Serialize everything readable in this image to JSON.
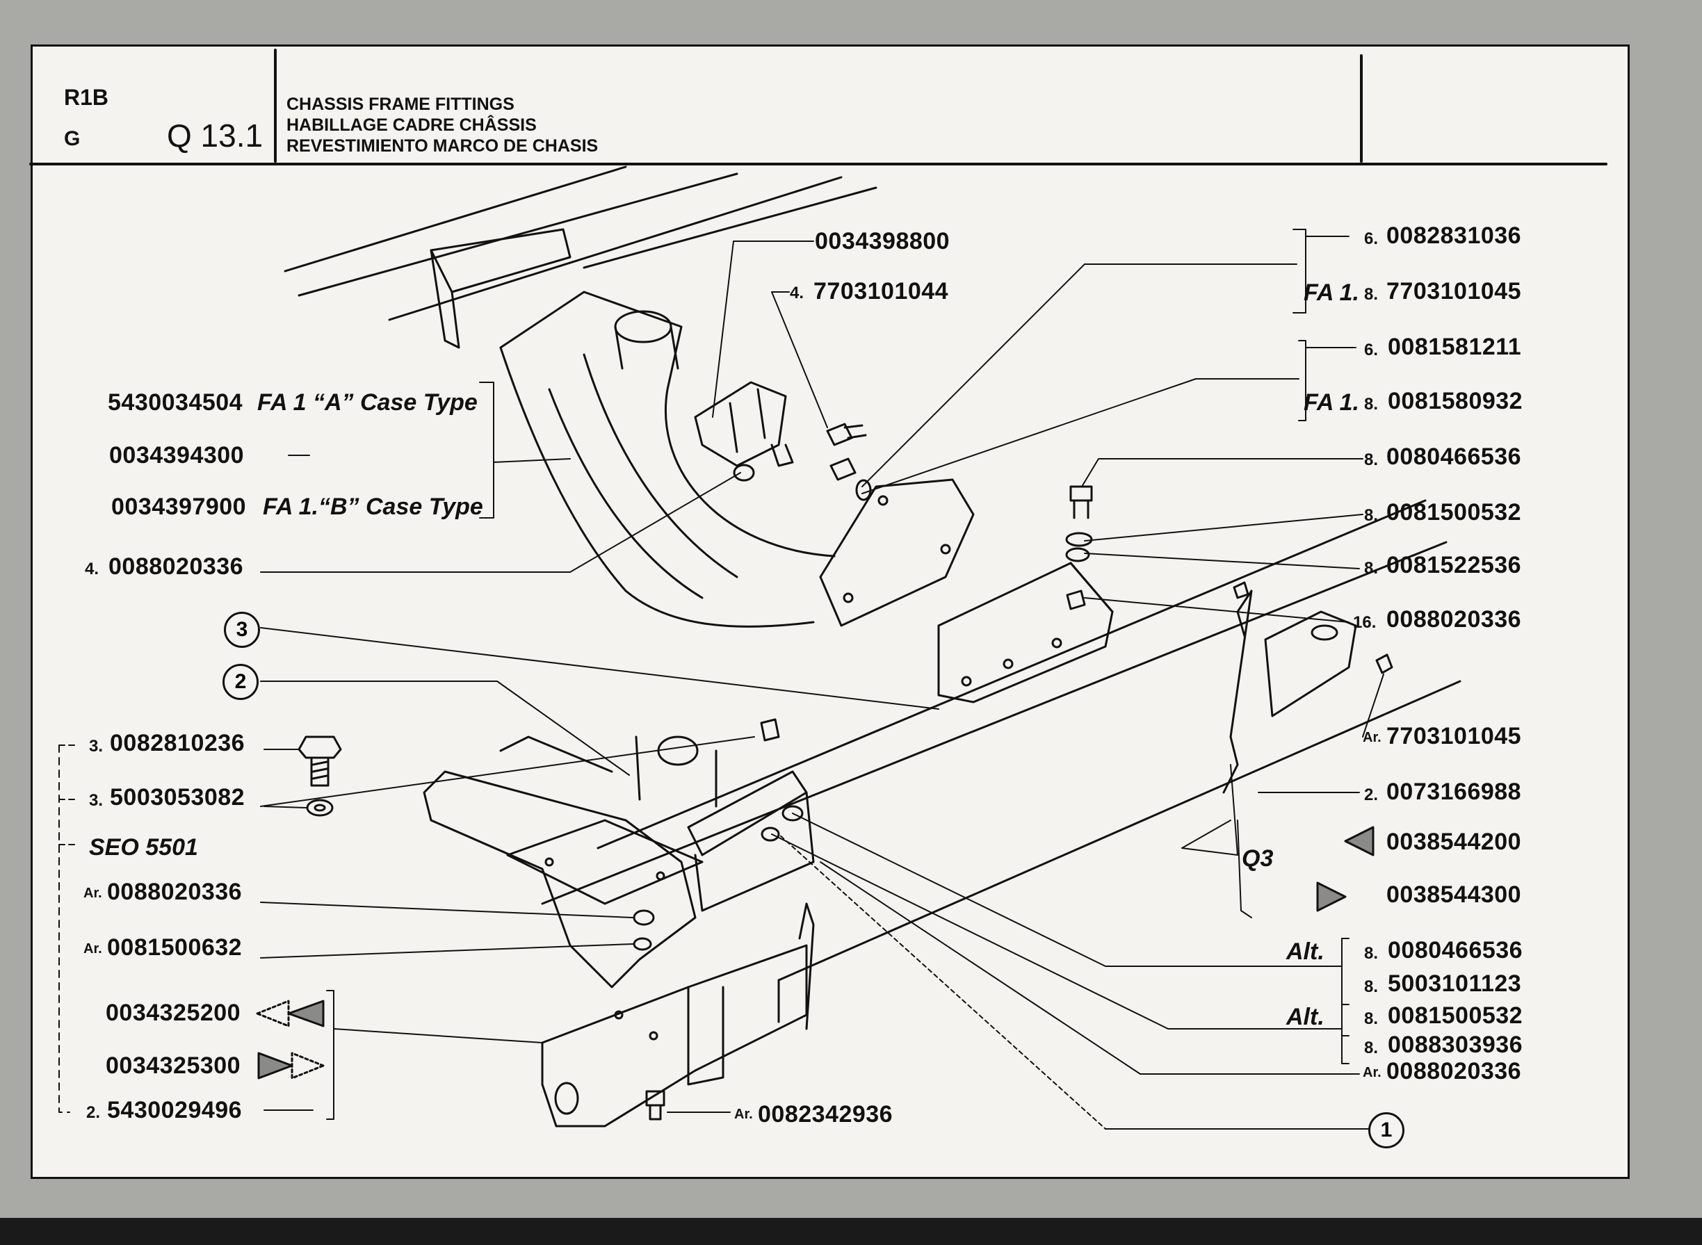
{
  "header": {
    "model": "R1B",
    "variant": "G",
    "page_code": "Q 13.1",
    "titles": [
      "CHASSIS FRAME FITTINGS",
      "HABILLAGE CADRE CHÂSSIS",
      "REVESTIMIENTO MARCO DE CHASIS"
    ]
  },
  "labels": {
    "l_0034398800": "0034398800",
    "l_7703101044_qty": "4.",
    "l_7703101044": "7703101044",
    "l_5430034504": "5430034504",
    "l_5430034504_note": "FA 1 “A” Case Type",
    "l_0034394300": "0034394300",
    "l_0034397900": "0034397900",
    "l_0034397900_note": "FA 1.“B” Case Type",
    "l_0088020336a_qty": "4.",
    "l_0088020336a": "0088020336",
    "callout_3": "3",
    "callout_2": "2",
    "callout_1": "1",
    "l_0082810236_qty": "3.",
    "l_0082810236": "0082810236",
    "l_5003053082_qty": "3.",
    "l_5003053082": "5003053082",
    "l_seo": "SEO 5501",
    "l_ar1_qty": "Ar.",
    "l_ar1": "0088020336",
    "l_ar2_qty": "Ar.",
    "l_ar2": "0081500632",
    "l_0034325200": "0034325200",
    "l_0034325300": "0034325300",
    "l_5430029496_qty": "2.",
    "l_5430029496": "5430029496",
    "l_ar3_qty": "Ar.",
    "l_ar3": "0082342936",
    "r1_qty": "6.",
    "r1": "0082831036",
    "r2_note": "FA 1.",
    "r2_qty": "8.",
    "r2": "7703101045",
    "r3_qty": "6.",
    "r3": "0081581211",
    "r4_note": "FA 1.",
    "r4_qty": "8.",
    "r4": "0081580932",
    "r5_qty": "8.",
    "r5": "0080466536",
    "r6_qty": "8.",
    "r6": "0081500532",
    "r7_qty": "8.",
    "r7": "0081522536",
    "r8_qty": "16.",
    "r8": "0088020336",
    "r9_qty": "Ar.",
    "r9": "7703101045",
    "r10_qty": "2.",
    "r10": "0073166988",
    "r11_note": "Q3",
    "r11": "0038544200",
    "r12": "0038544300",
    "r13_note": "Alt.",
    "r13_qty": "8.",
    "r13": "0080466536",
    "r14_qty": "8.",
    "r14": "5003101123",
    "r15_note": "Alt.",
    "r15_qty": "8.",
    "r15": "0081500532",
    "r16_qty": "8.",
    "r16": "0088303936",
    "r17_qty": "Ar.",
    "r17": "0088020336"
  },
  "colors": {
    "ink": "#111111",
    "paper": "#f4f3ef",
    "background": "#a9aaa6",
    "arrow_fill": "#8a8a86"
  }
}
